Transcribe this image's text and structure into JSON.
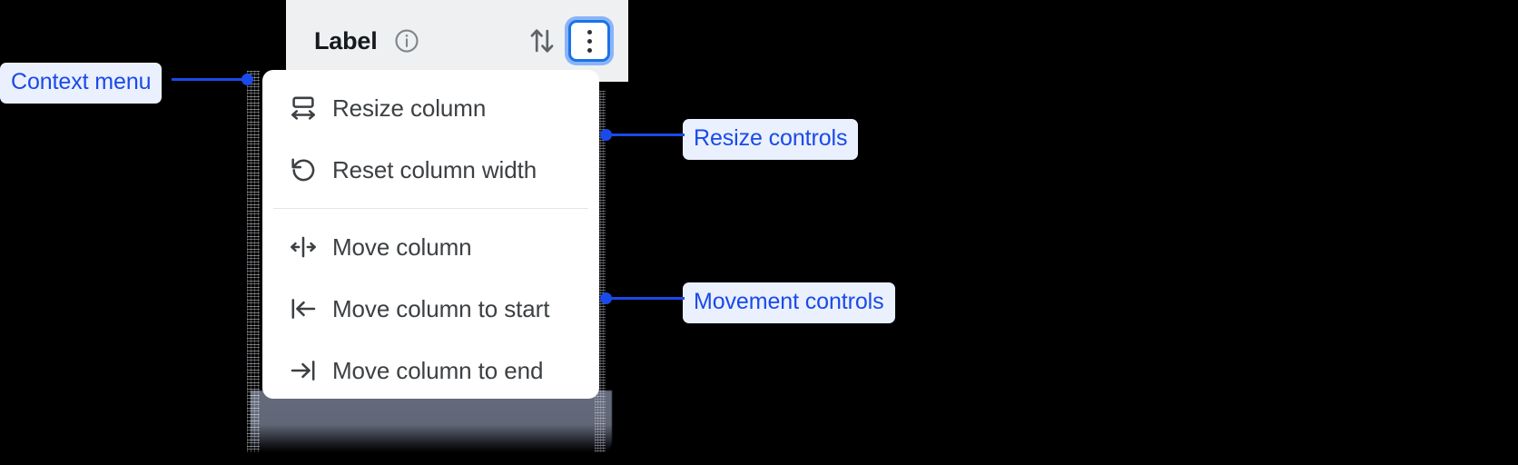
{
  "header": {
    "label": "Label",
    "info_icon": "info-circle-icon",
    "sort_icon": "sort-up-down-icon",
    "kebab_icon": "more-vertical-icon",
    "background_color": "#eef0f2",
    "focus_ring_color": "#1a73e8"
  },
  "context_menu": {
    "groups": [
      {
        "items": [
          {
            "label": "Resize column",
            "icon": "resize-column-icon"
          },
          {
            "label": "Reset column width",
            "icon": "rotate-ccw-icon"
          }
        ]
      },
      {
        "items": [
          {
            "label": "Move column",
            "icon": "move-column-icon"
          },
          {
            "label": "Move column to start",
            "icon": "move-to-start-icon"
          },
          {
            "label": "Move column to end",
            "icon": "move-to-end-icon"
          }
        ]
      }
    ]
  },
  "annotations": {
    "accent_color": "#1a4ae8",
    "badge_background": "#eaf0fe",
    "items": [
      {
        "label": "Context menu"
      },
      {
        "label": "Resize controls"
      },
      {
        "label": "Movement controls"
      }
    ]
  }
}
